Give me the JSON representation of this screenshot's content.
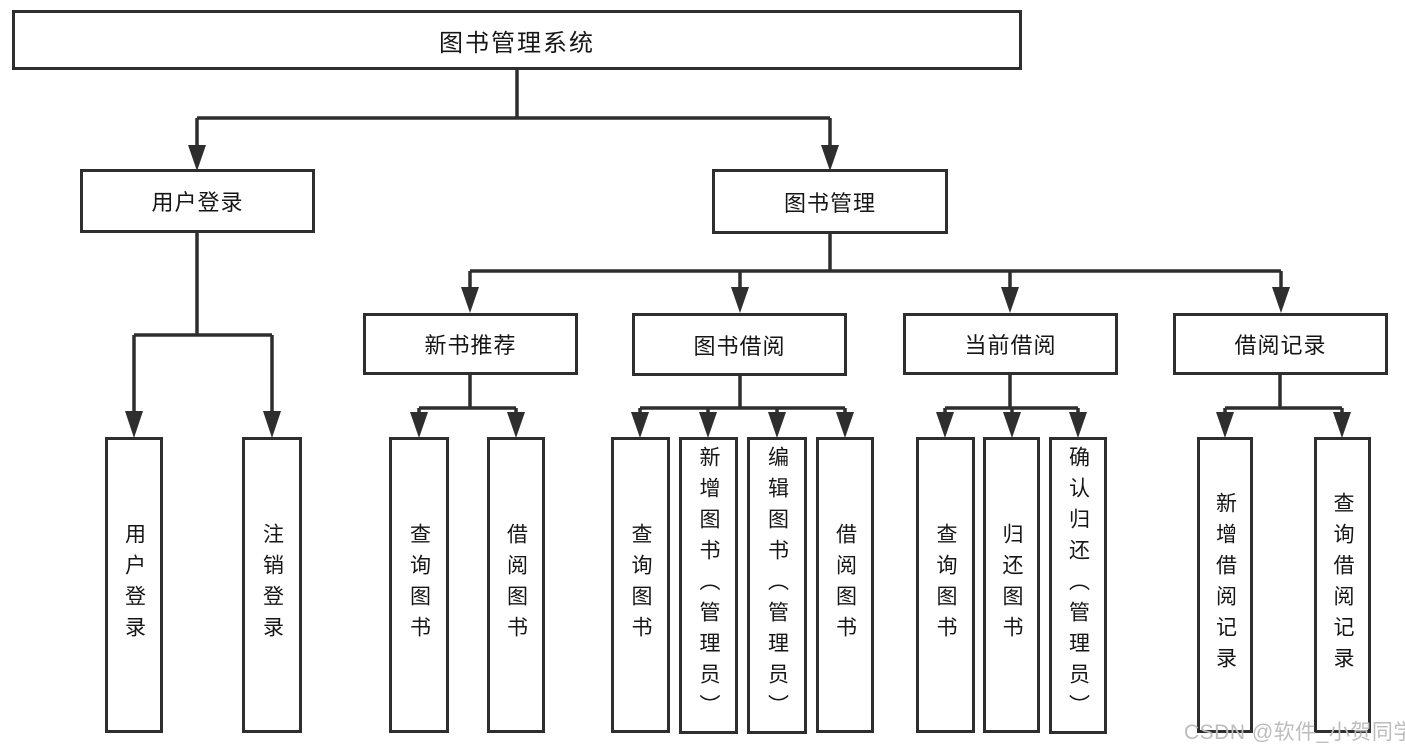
{
  "diagram_type": "hierarchy-tree",
  "colors": {
    "line": "#2e2e2e",
    "box_border": "#2e2e2e",
    "box_fill": "#ffffff",
    "text": "#161616",
    "watermark": "#bdbdbd",
    "background": "#ffffff"
  },
  "watermark": "CSDN @软件_小贺同学",
  "tree": {
    "label": "图书管理系统",
    "children": [
      {
        "label": "用户登录",
        "children": [
          {
            "label": "用户登录"
          },
          {
            "label": "注销登录"
          }
        ]
      },
      {
        "label": "图书管理",
        "children": [
          {
            "label": "新书推荐",
            "children": [
              {
                "label": "查询图书"
              },
              {
                "label": "借阅图书"
              }
            ]
          },
          {
            "label": "图书借阅",
            "children": [
              {
                "label": "查询图书"
              },
              {
                "label": "新增图书（管理员）"
              },
              {
                "label": "编辑图书（管理员）"
              },
              {
                "label": "借阅图书"
              }
            ]
          },
          {
            "label": "当前借阅",
            "children": [
              {
                "label": "查询图书"
              },
              {
                "label": "归还图书"
              },
              {
                "label": "确认归还（管理员）"
              }
            ]
          },
          {
            "label": "借阅记录",
            "children": [
              {
                "label": "新增借阅记录"
              },
              {
                "label": "查询借阅记录"
              }
            ]
          }
        ]
      }
    ]
  }
}
